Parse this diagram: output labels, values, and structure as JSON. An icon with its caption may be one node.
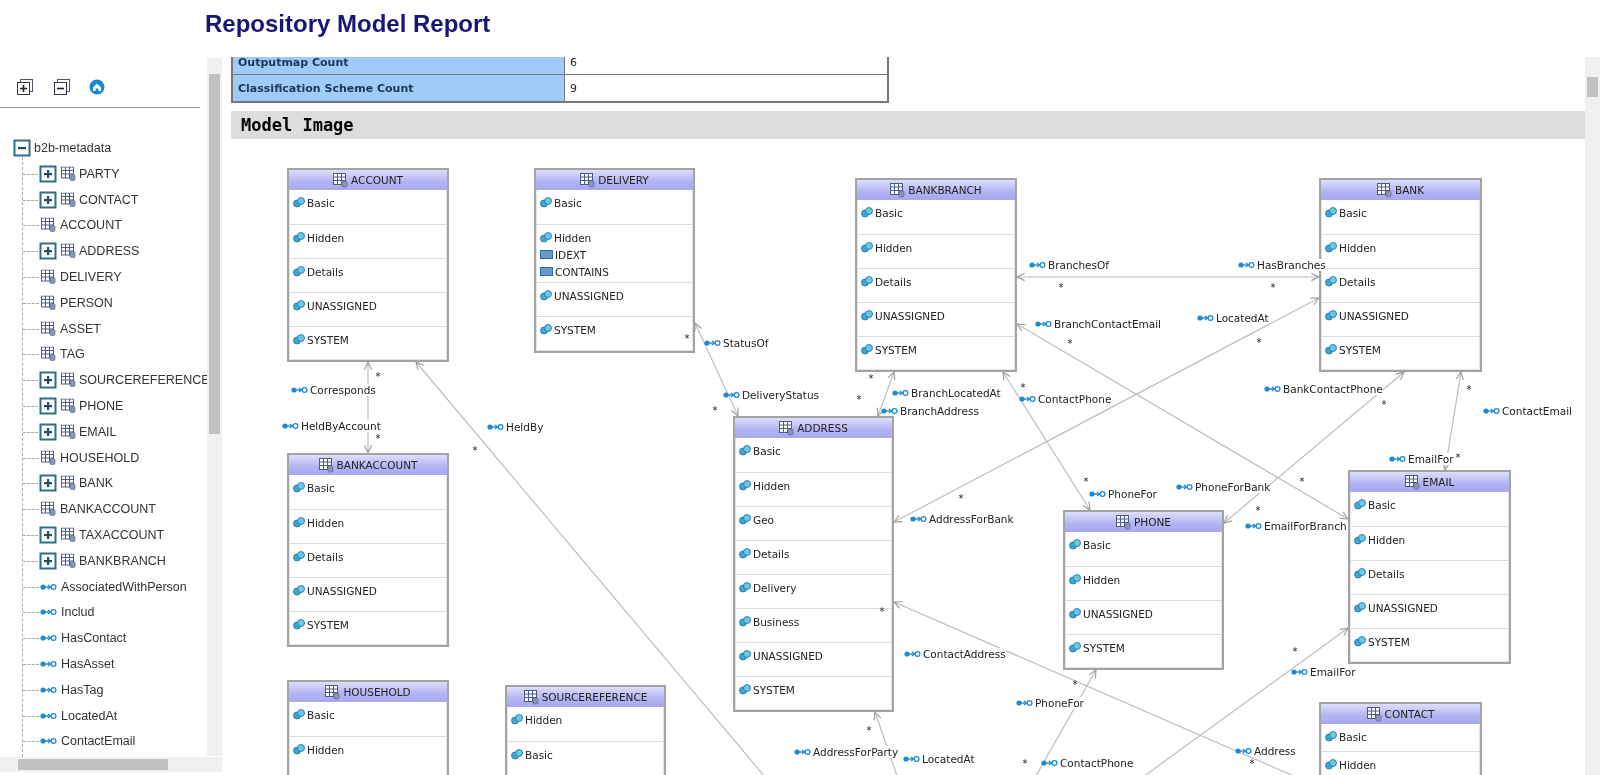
{
  "diagram": {
    "title": "Repository Model Report",
    "nodes": [
      {
        "text": [
          "ACCOUNT",
          "Basic",
          "Hidden",
          "Details",
          "UNASSIGNED",
          "SYSTEM"
        ]
      },
      {
        "text": [
          "DELIVERY",
          "Basic",
          "Hidden",
          "IDEXT",
          "CONTAINS",
          "UNASSIGNED",
          "SYSTEM"
        ]
      },
      {
        "text": [
          "BANKBRANCH",
          "Basic",
          "Hidden",
          "Details",
          "UNASSIGNED",
          "SYSTEM"
        ]
      },
      {
        "text": [
          "BANK",
          "Basic",
          "Hidden",
          "Details",
          "UNASSIGNED",
          "SYSTEM"
        ]
      },
      {
        "text": [
          "BANKACCOUNT",
          "Basic",
          "Hidden",
          "Details",
          "UNASSIGNED",
          "SYSTEM"
        ]
      },
      {
        "text": [
          "ADDRESS",
          "Basic",
          "Hidden",
          "Geo",
          "Details",
          "Delivery",
          "Business",
          "UNASSIGNED",
          "SYSTEM"
        ]
      },
      {
        "text": [
          "EMAIL",
          "Basic",
          "Hidden",
          "Details",
          "UNASSIGNED",
          "SYSTEM"
        ]
      },
      {
        "text": [
          "PHONE",
          "Basic",
          "Hidden",
          "UNASSIGNED",
          "SYSTEM"
        ]
      },
      {
        "text": [
          "HOUSEHOLD",
          "Basic",
          "Hidden"
        ]
      },
      {
        "text": [
          "SOURCEREFERENCE",
          "Hidden",
          "Basic"
        ]
      },
      {
        "text": [
          "CONTACT",
          "Basic",
          "Hidden"
        ]
      }
    ],
    "edges": [
      {
        "from": 0,
        "to": 4,
        "arrow": "both",
        "label": "Corresponds"
      },
      {
        "from": null,
        "to": 0,
        "arrow": "to",
        "label": "HeldBy"
      },
      {
        "from": 1,
        "to": 5,
        "arrow": "both",
        "label": "StatusOf"
      },
      {
        "from": 2,
        "to": 5,
        "arrow": "both",
        "label": "BranchLocatedAt"
      },
      {
        "from": 2,
        "to": 3,
        "arrow": "both",
        "label": "BranchesOf"
      },
      {
        "from": 2,
        "to": 6,
        "arrow": "both",
        "label": "BranchContactEmail"
      },
      {
        "from": 3,
        "to": 5,
        "arrow": "both",
        "label": "LocatedAt"
      },
      {
        "from": 2,
        "to": 7,
        "arrow": "both",
        "label": "ContactPhone"
      },
      {
        "from": 3,
        "to": 7,
        "arrow": "both",
        "label": "BankContactPhone"
      },
      {
        "from": 3,
        "to": 6,
        "arrow": "both",
        "label": "ContactEmail"
      },
      {
        "from": 10,
        "to": 5,
        "arrow": "both",
        "label": "ContactAddress"
      },
      {
        "from": null,
        "to": 7,
        "arrow": "to",
        "label": "PhoneFor"
      },
      {
        "from": null,
        "to": 6,
        "arrow": "to",
        "label": "EmailFor"
      },
      {
        "from": null,
        "to": 5,
        "arrow": "to",
        "label": "LocatedAt"
      }
    ],
    "labels": [
      "b2b-metadata",
      "PARTY",
      "CONTACT",
      "ACCOUNT",
      "ADDRESS",
      "DELIVERY",
      "PERSON",
      "ASSET",
      "TAG",
      "SOURCEREFERENCE",
      "PHONE",
      "EMAIL",
      "HOUSEHOLD",
      "BANK",
      "BANKACCOUNT",
      "TAXACCOUNT",
      "BANKBRANCH",
      "AssociatedWithPerson",
      "Includ",
      "HasContact",
      "HasAsset",
      "HasTag",
      "LocatedAt",
      "ContactEmail",
      "Outputmap Count",
      "6",
      "Classification Scheme Count",
      "9",
      "Model Image",
      "HeldByAccount",
      "DeliveryStatus",
      "BranchAddress",
      "HasBranches",
      "EmailForBranch",
      "AddressForBank",
      "PhoneFor",
      "PhoneForBank",
      "EmailFor",
      "Address",
      "ContactPhone",
      "AddressForParty",
      "*",
      "*",
      "*",
      "*",
      "*",
      "*",
      "*",
      "*",
      "*",
      "*",
      "*",
      "*",
      "*",
      "*",
      "*",
      "*",
      "*",
      "*",
      "*",
      "*",
      "*",
      "*",
      "*",
      "*",
      "*"
    ]
  }
}
